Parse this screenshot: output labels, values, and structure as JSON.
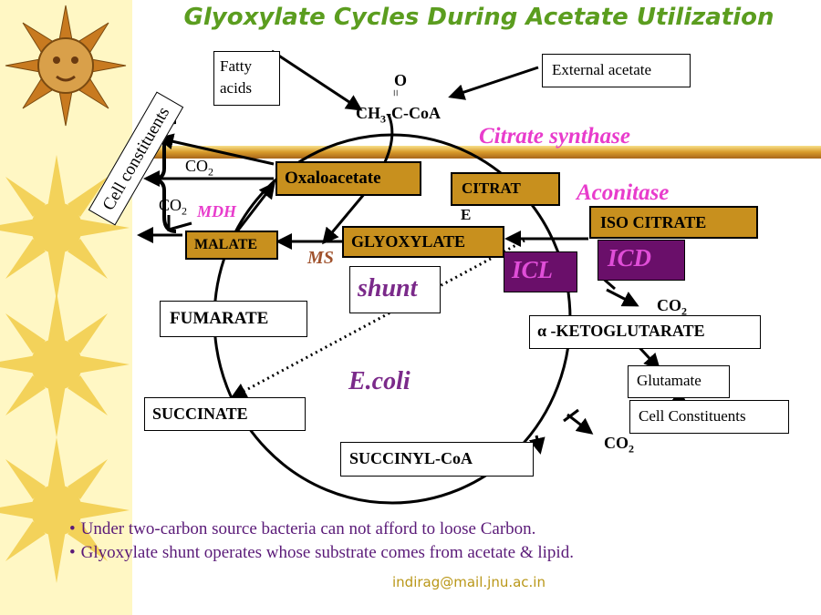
{
  "title": "Glyoxylate Cycles During Acetate Utilization",
  "molecules": {
    "fatty_acids": "Fatty acids",
    "external_acetate": "External acetate",
    "acetyl_coa": {
      "o": "O",
      "eq": "=",
      "ch": "CH",
      "sub3": "3",
      "rest": "-C-CoA"
    },
    "oxaloacetate": "Oxaloacetate",
    "citrate": "CITRAT",
    "citrate_end": "E",
    "iso_citrate": "ISO CITRATE",
    "glyoxylate": "GLYOXYLATE",
    "malate": "MALATE",
    "fumarate": "FUMARATE",
    "succinate": "SUCCINATE",
    "succinyl_coa": "SUCCINYL-CoA",
    "alpha_kg": "α -KETOGLUTARATE",
    "glutamate": "Glutamate",
    "cell_constituents_box": "Cell Constituents",
    "cell_constituents_side": "Cell constituents",
    "co2": "CO",
    "co2_sub": "2"
  },
  "enzymes": {
    "citrate_synthase": "Citrate synthase",
    "aconitase": "Aconitase",
    "mdh": "MDH",
    "ms": "MS",
    "icl": "ICL",
    "icd": "ICD"
  },
  "labels": {
    "shunt": "shunt",
    "organism": "E.coli"
  },
  "bullets": [
    "Under two-carbon source bacteria can not afford to  loose Carbon.",
    "Glyoxylate shunt operates whose substrate comes from acetate & lipid."
  ],
  "footer": "indirag@mail.jnu.ac.in",
  "colors": {
    "title_green": "#5b9d1f",
    "enzyme_pink": "#e83ccc",
    "metabolite_gold": "#c8901e",
    "enzyme_purple": "#6a0f6a",
    "label_purple": "#7b2a8a",
    "bullet_text": "#5a1a78",
    "footer_gold": "#b99718"
  }
}
